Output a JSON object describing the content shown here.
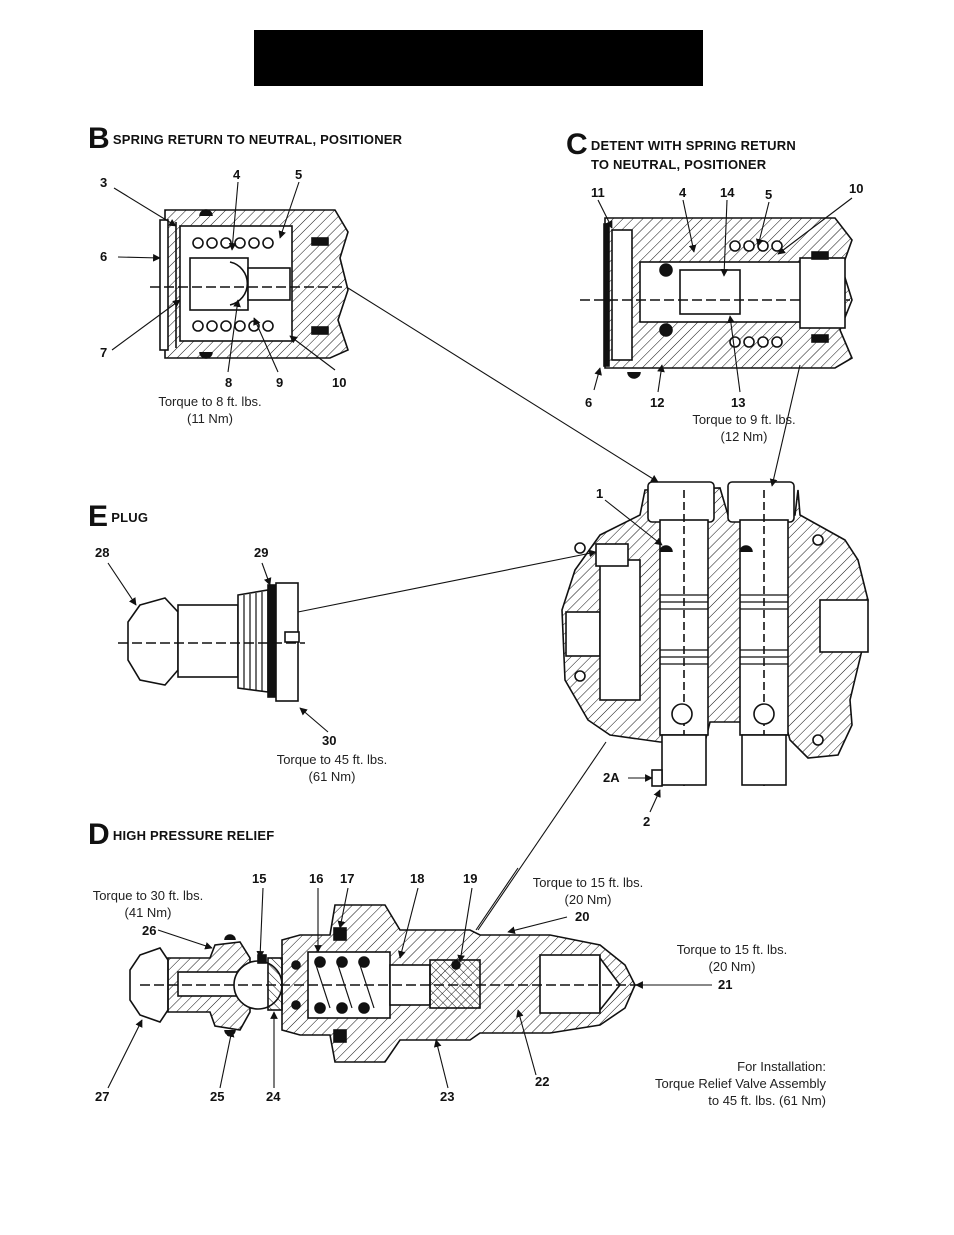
{
  "header": {
    "text": ""
  },
  "sections": {
    "B": {
      "letter": "B",
      "title": "SPRING RETURN TO NEUTRAL, POSITIONER"
    },
    "C": {
      "letter": "C",
      "title_line1": "DETENT  WITH SPRING RETURN",
      "title_line2": "TO NEUTRAL, POSITIONER"
    },
    "E": {
      "letter": "E",
      "title": "PLUG"
    },
    "D": {
      "letter": "D",
      "title": "HIGH PRESSURE RELIEF"
    }
  },
  "callouts": {
    "b3": "3",
    "b4": "4",
    "b5": "5",
    "b6": "6",
    "b7": "7",
    "b8": "8",
    "b9": "9",
    "b10": "10",
    "c11": "11",
    "c4": "4",
    "c14": "14",
    "c5": "5",
    "c10": "10",
    "c6": "6",
    "c12": "12",
    "c13": "13",
    "m1": "1",
    "m2a": "2A",
    "m2": "2",
    "e28": "28",
    "e29": "29",
    "e30": "30",
    "d15": "15",
    "d16": "16",
    "d17": "17",
    "d18": "18",
    "d19": "19",
    "d20": "20",
    "d21": "21",
    "d22": "22",
    "d23": "23",
    "d24": "24",
    "d25": "25",
    "d26": "26",
    "d27": "27"
  },
  "notes": {
    "b_torque": [
      "Torque to 8 ft. lbs.",
      "(11 Nm)"
    ],
    "c_torque": [
      "Torque to 9 ft. lbs.",
      "(12 Nm)"
    ],
    "e_torque": [
      "Torque to 45 ft. lbs.",
      "(61 Nm)"
    ],
    "d_torque_30": [
      "Torque to 30 ft. lbs.",
      "(41 Nm)"
    ],
    "d_torque_15a": [
      "Torque to 15 ft. lbs.",
      "(20 Nm)"
    ],
    "d_torque_15b": [
      "Torque to 15 ft. lbs.",
      "(20 Nm)"
    ],
    "install": [
      "For Installation:",
      "Torque Relief Valve Assembly",
      "to 45 ft. lbs. (61 Nm)"
    ]
  },
  "colors": {
    "ink": "#111111",
    "background": "#ffffff"
  }
}
